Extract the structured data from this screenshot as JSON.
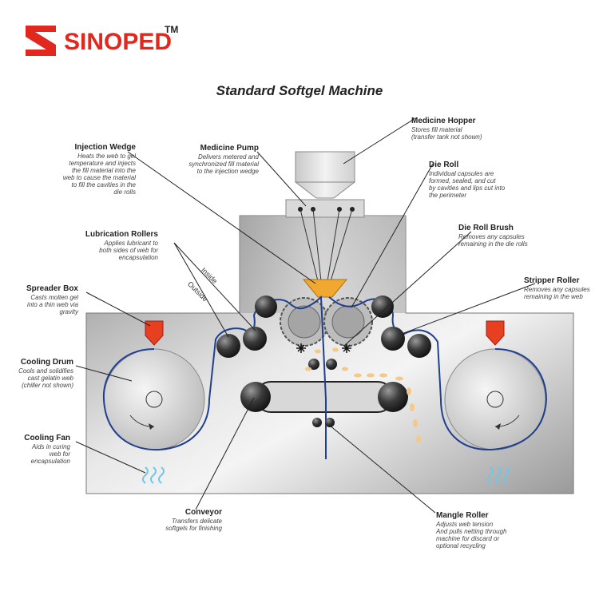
{
  "brand": {
    "name": "SINOPED",
    "tm": "TM",
    "accent": "#e0281e"
  },
  "title": "Standard Softgel Machine",
  "labels": {
    "medicine_hopper": {
      "name": "Medicine Hopper",
      "desc": [
        "Stores fill material",
        "(transfer tank not shown)"
      ]
    },
    "injection_wedge": {
      "name": "Injection Wedge",
      "desc": [
        "Heats the web to gel",
        "temperature and injects",
        "the fill material into the",
        "web to cause the material",
        "to fill the cavities in the",
        "die rolls"
      ]
    },
    "medicine_pump": {
      "name": "Medicine Pump",
      "desc": [
        "Delivers metered and",
        "synchronized fill material",
        "to the injection wedge"
      ]
    },
    "die_roll": {
      "name": "Die Roll",
      "desc": [
        "Individual capsules are",
        "formed, sealed, and cut",
        "by cavities and lips cut into",
        "the perimeter"
      ]
    },
    "lubrication_rollers": {
      "name": "Lubrication Rollers",
      "desc": [
        "Applies lubricant to",
        "both sides of web for",
        "encapsulation"
      ]
    },
    "die_roll_brush": {
      "name": "Die Roll Brush",
      "desc": [
        "Removes any capsules",
        "remaining in the die rolls"
      ]
    },
    "spreader_box": {
      "name": "Spreader Box",
      "desc": [
        "Casts molten gel",
        "into a thin web via",
        "gravity"
      ]
    },
    "stripper_roller": {
      "name": "Stripper Roller",
      "desc": [
        "Removes any capsules",
        "remaining in the web"
      ]
    },
    "cooling_drum": {
      "name": "Cooling Drum",
      "desc": [
        "Cools and solidifies",
        "cast gelatin web",
        "(chiller not shown)"
      ]
    },
    "cooling_fan": {
      "name": "Cooling Fan",
      "desc": [
        "Aids in curing",
        "web for",
        "encapsulation"
      ]
    },
    "conveyor": {
      "name": "Conveyor",
      "desc": [
        "Transfers delicate",
        "softgels for finishing"
      ]
    },
    "mangle_roller": {
      "name": "Mangle Roller",
      "desc": [
        "Adjusts web tension",
        "And pulls netting through",
        "machine for discard or",
        "optional recycling"
      ]
    }
  },
  "web_labels": {
    "inside": "Inside",
    "outside": "Outside"
  },
  "colors": {
    "web_line": "#1f3f8f",
    "wedge": "#f0a830",
    "spreader": "#e64020",
    "capsule": "#f3c98a",
    "fan": "#6ec6e8"
  }
}
